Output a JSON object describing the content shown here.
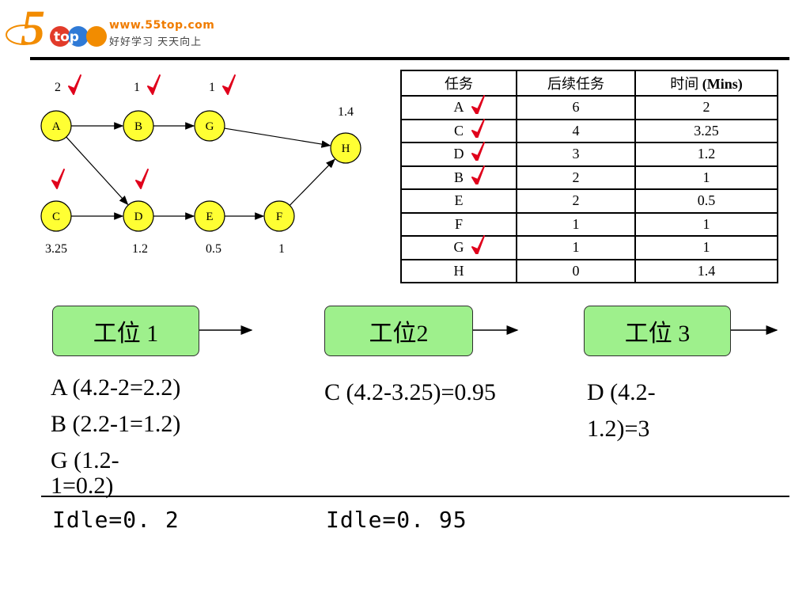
{
  "logo": {
    "mark": "5top",
    "url": "www.55top.com",
    "slogan": "好好学习 天天向上"
  },
  "network": {
    "nodes": [
      {
        "id": "A",
        "label": "A",
        "value": "2",
        "checked": true
      },
      {
        "id": "B",
        "label": "B",
        "value": "1",
        "checked": true
      },
      {
        "id": "G",
        "label": "G",
        "value": "1",
        "checked": true
      },
      {
        "id": "H",
        "label": "H",
        "value": "1.4",
        "checked": false
      },
      {
        "id": "C",
        "label": "C",
        "value": "3.25",
        "checked": true
      },
      {
        "id": "D",
        "label": "D",
        "value": "1.2",
        "checked": true
      },
      {
        "id": "E",
        "label": "E",
        "value": "0.5",
        "checked": false
      },
      {
        "id": "F",
        "label": "F",
        "value": "1",
        "checked": false
      }
    ],
    "edges": [
      [
        "A",
        "B"
      ],
      [
        "B",
        "G"
      ],
      [
        "G",
        "H"
      ],
      [
        "A",
        "D"
      ],
      [
        "C",
        "D"
      ],
      [
        "D",
        "E"
      ],
      [
        "E",
        "F"
      ],
      [
        "F",
        "H"
      ]
    ],
    "node_color": "#ffff33",
    "check_color": "#e0001b"
  },
  "table": {
    "headers": [
      "任务",
      "后续任务",
      "时间",
      "(Mins)"
    ],
    "rows": [
      {
        "task": "A",
        "successors": "6",
        "time": "2",
        "checked": true
      },
      {
        "task": "C",
        "successors": "4",
        "time": "3.25",
        "checked": true
      },
      {
        "task": "D",
        "successors": "3",
        "time": "1.2",
        "checked": true
      },
      {
        "task": "B",
        "successors": "2",
        "time": "1",
        "checked": true
      },
      {
        "task": "E",
        "successors": "2",
        "time": "0.5",
        "checked": false
      },
      {
        "task": "F",
        "successors": "1",
        "time": "1",
        "checked": false
      },
      {
        "task": "G",
        "successors": "1",
        "time": "1",
        "checked": true
      },
      {
        "task": "H",
        "successors": "0",
        "time": "1.4",
        "checked": false
      }
    ]
  },
  "stations": [
    {
      "label": "工位 1",
      "calc_lines": [
        "A (4.2-2=2.2)",
        "B (2.2-1=1.2)",
        "G (1.2-",
        "1=0.2)"
      ],
      "idle": "Idle=0. 2"
    },
    {
      "label": "工位2",
      "calc_lines": [
        "C (4.2-3.25)=0.95"
      ],
      "idle": "Idle=0. 95"
    },
    {
      "label": "工位 3",
      "calc_lines": [
        "D (4.2-",
        "1.2)=3"
      ],
      "idle": ""
    }
  ],
  "station_color": "#9ef08c"
}
